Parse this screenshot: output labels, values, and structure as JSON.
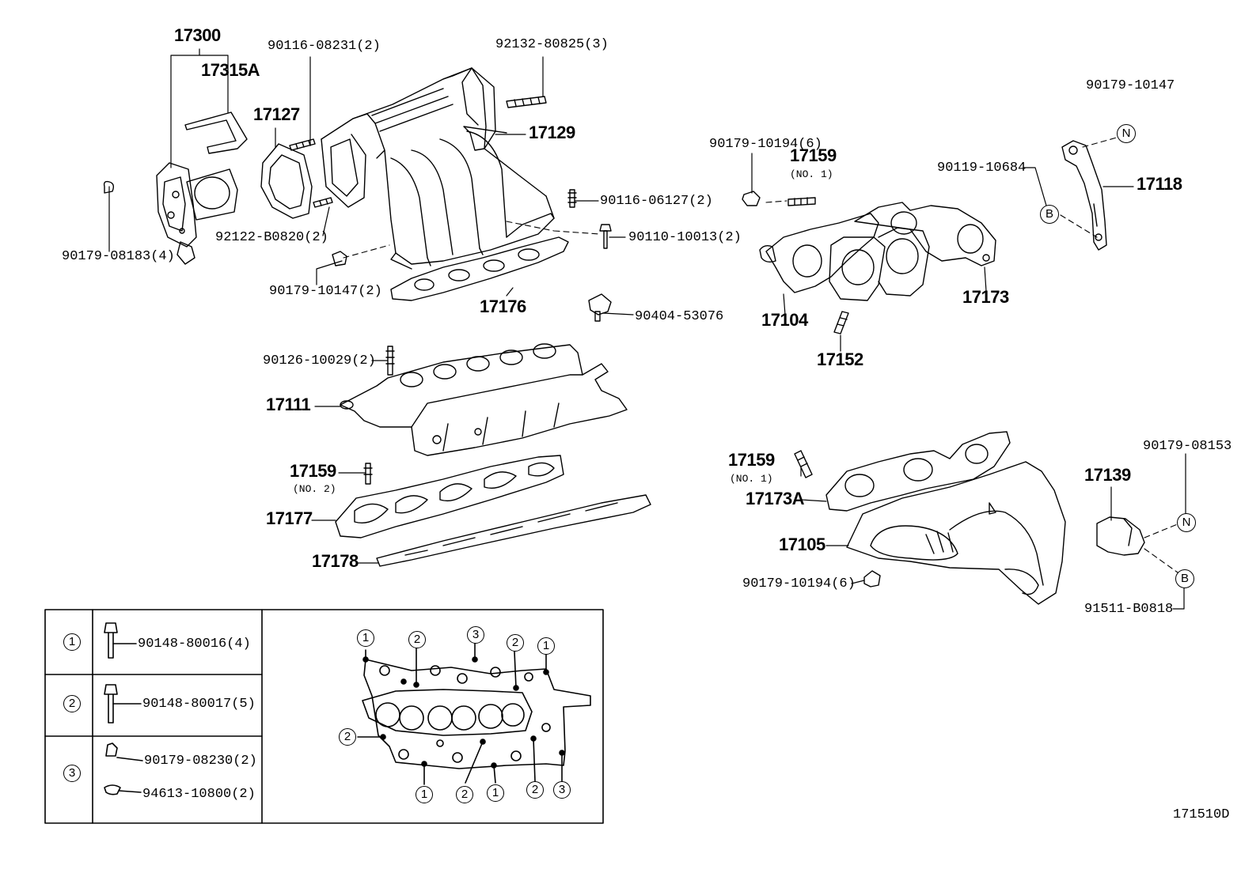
{
  "diagram_code": "171510D",
  "markers": {
    "n": "N",
    "b": "B"
  },
  "callouts": {
    "c17300": "17300",
    "c17315A": "17315A",
    "c17127": "17127",
    "c90116_08231": "90116-08231(2)",
    "c92132_80825": "92132-80825(3)",
    "c17129": "17129",
    "c90116_06127": "90116-06127(2)",
    "c90110_10013": "90110-10013(2)",
    "c92122_B0820": "92122-B0820(2)",
    "c90179_08183": "90179-08183(4)",
    "c90179_10147_2": "90179-10147(2)",
    "c17176": "17176",
    "c90404_53076": "90404-53076",
    "c90126_10029": "90126-10029(2)",
    "c17111": "17111",
    "c17159_no2": "17159",
    "c17159_no2_sub": "(NO. 2)",
    "c17177": "17177",
    "c17178": "17178",
    "c90179_10194_top": "90179-10194(6)",
    "c17159_top": "17159",
    "c17159_top_sub": "(NO. 1)",
    "c90119_10684": "90119-10684",
    "c90179_10147": "90179-10147",
    "c17118": "17118",
    "c17173": "17173",
    "c17104": "17104",
    "c17152": "17152",
    "c17159_low": "17159",
    "c17159_low_sub": "(NO. 1)",
    "c17173A": "17173A",
    "c17105": "17105",
    "c90179_10194_low": "90179-10194(6)",
    "c90179_08153": "90179-08153",
    "c17139": "17139",
    "c91511_B0818": "91511-B0818"
  },
  "legend": {
    "rows": [
      {
        "key": "1",
        "parts": [
          "90148-80016(4)"
        ]
      },
      {
        "key": "2",
        "parts": [
          "90148-80017(5)"
        ]
      },
      {
        "key": "3",
        "parts": [
          "90179-08230(2)",
          "94613-10800(2)"
        ]
      }
    ],
    "map_top": [
      "1",
      "2",
      "3",
      "2",
      "1"
    ],
    "map_left": "2",
    "map_bottom": [
      "1",
      "2",
      "1",
      "2",
      "3"
    ]
  }
}
